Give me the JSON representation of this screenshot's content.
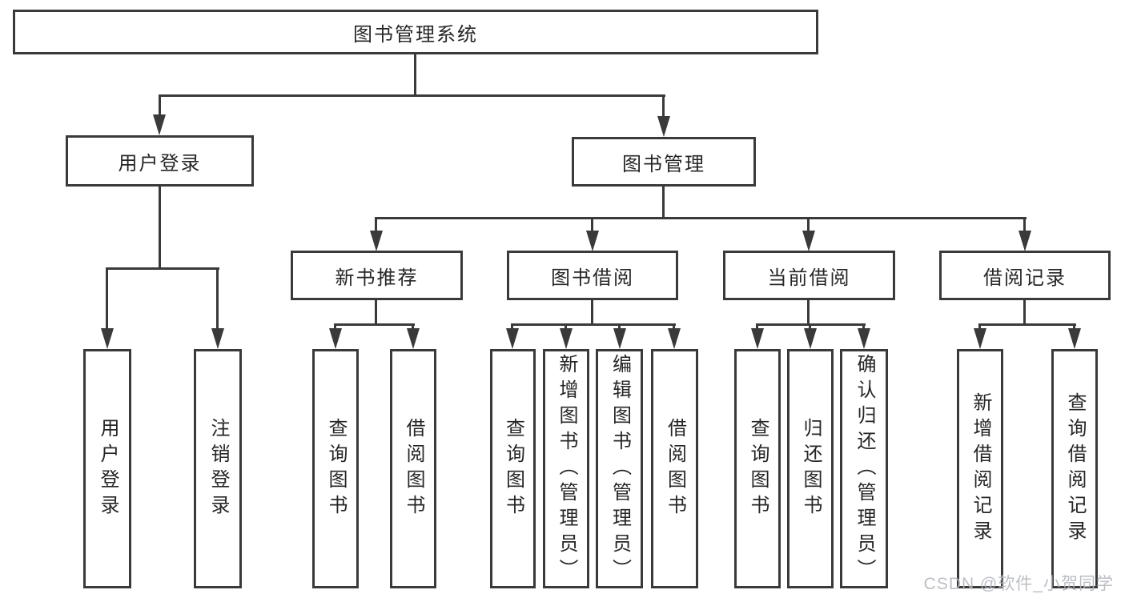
{
  "tree": {
    "root": "图书管理系统",
    "level2": [
      "用户登录",
      "图书管理"
    ],
    "level3": [
      "新书推荐",
      "图书借阅",
      "当前借阅",
      "借阅记录"
    ],
    "leaves": {
      "userLogin": [
        "用户登录",
        "注销登录"
      ],
      "newBook": [
        "查询图书",
        "借阅图书"
      ],
      "bookBorrow": [
        "查询图书",
        "新增图书（管理员）",
        "编辑图书（管理员）",
        "借阅图书"
      ],
      "currentBorrow": [
        "查询图书",
        "归还图书",
        "确认归还（管理员）"
      ],
      "borrowRecord": [
        "新增借阅记录",
        "查询借阅记录"
      ]
    }
  },
  "watermark": "CSDN @软件_小贺同学",
  "colors": {
    "line": "#3a3a3a",
    "text": "#262626",
    "background": "#ffffff",
    "watermark": "#b4b8be"
  }
}
